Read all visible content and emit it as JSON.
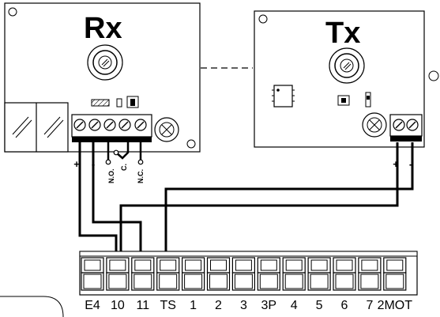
{
  "receiver": {
    "title": "Rx",
    "polarity_plus": "+",
    "polarity_minus": "-",
    "contacts": [
      "N.O.",
      "C.",
      "N.C."
    ]
  },
  "transmitter": {
    "title": "Tx",
    "polarity_plus": "+",
    "polarity_minus": "-"
  },
  "terminal_strip": {
    "labels": [
      "E4",
      "10",
      "11",
      "TS",
      "1",
      "2",
      "3",
      "3P",
      "4",
      "5",
      "6",
      "7",
      "2MOT"
    ]
  },
  "colors": {
    "line": "#000000",
    "board_fill": "#ffffff",
    "terminal_fill": "#f2f2f2"
  }
}
